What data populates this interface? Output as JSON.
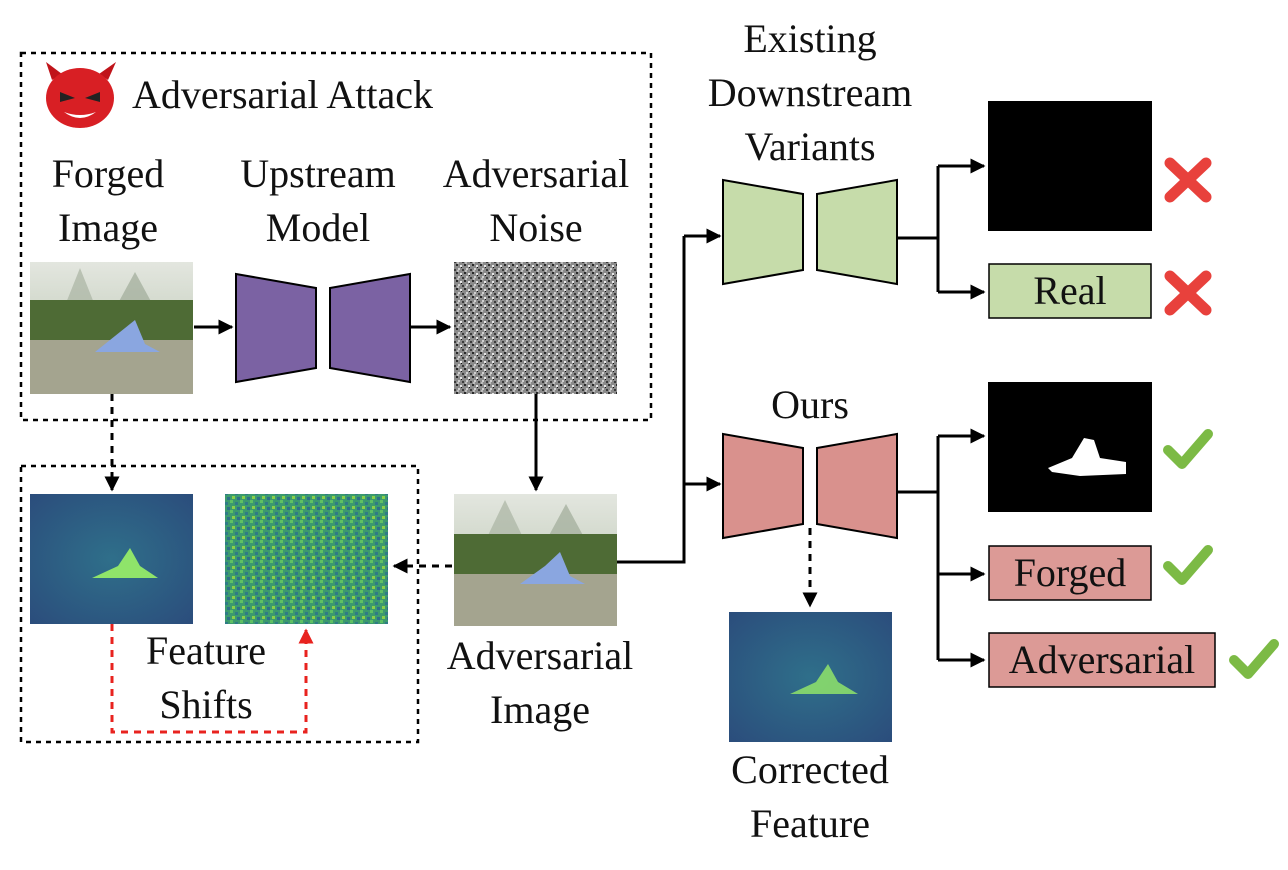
{
  "attack_group": {
    "title": "Adversarial Attack",
    "icon": "devil-icon"
  },
  "forged_image": {
    "line1": "Forged",
    "line2": "Image"
  },
  "upstream_model": {
    "line1": "Upstream",
    "line2": "Model"
  },
  "adversarial_noise": {
    "line1": "Adversarial",
    "line2": "Noise"
  },
  "existing": {
    "line1": "Existing",
    "line2": "Downstream",
    "line3": "Variants"
  },
  "ours": {
    "label": "Ours"
  },
  "adversarial_image": {
    "line1": "Adversarial",
    "line2": "Image"
  },
  "feature_shifts": {
    "line1": "Feature",
    "line2": "Shifts"
  },
  "corrected_feature": {
    "line1": "Corrected",
    "line2": "Feature"
  },
  "outputs": {
    "real": "Real",
    "forged": "Forged",
    "adversarial": "Adversarial"
  },
  "colors": {
    "encoder_purple": "#7b62a3",
    "existing_green": "#c6dcaa",
    "ours_red": "#d9918d",
    "box_red": "#dc9a96",
    "box_green": "#c6dcaa",
    "cross": "#e8413c",
    "check": "#7cba45",
    "shift_arrow": "#e8231f"
  }
}
